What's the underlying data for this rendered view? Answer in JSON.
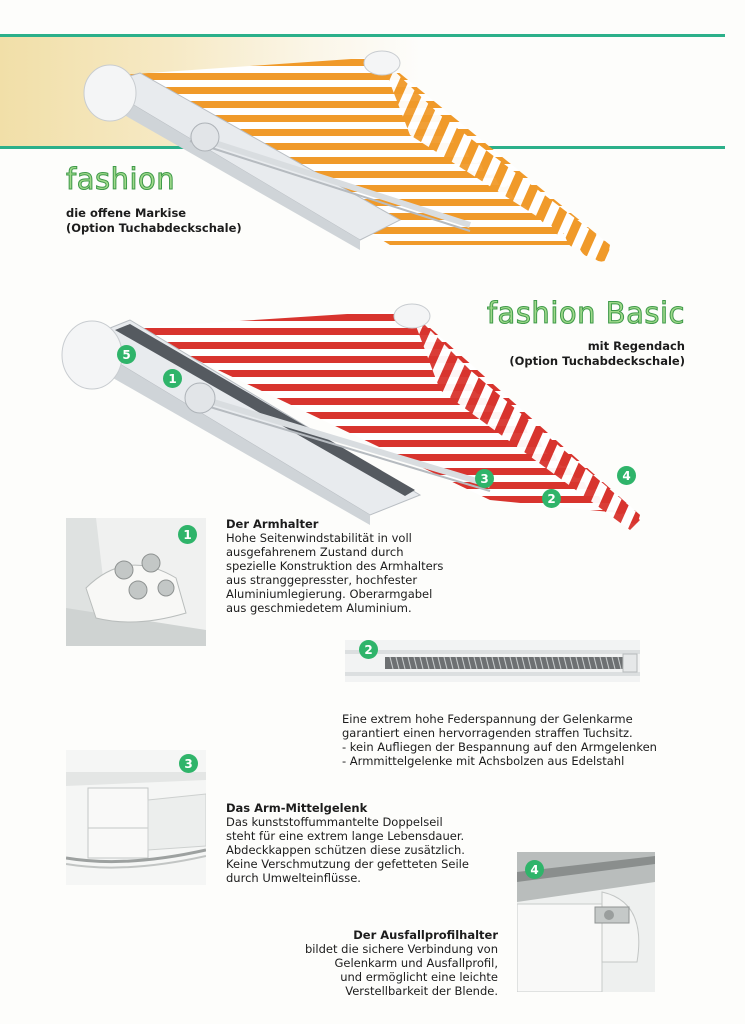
{
  "colors": {
    "accent_green": "#2fb46a",
    "heading_fill": "#9fd98a",
    "heading_outline": "#3f9a4a",
    "band_line": "#2bb08a",
    "awning_orange": "#f09a2a",
    "awning_red": "#d8342e"
  },
  "product_fashion": {
    "title": "fashion",
    "line1": "die offene Markise",
    "line2": "(Option Tuchabdeckschale)"
  },
  "product_basic": {
    "title": "fashion Basic",
    "line1": "mit Regendach",
    "line2": "(Option Tuchabdeckschale)"
  },
  "callouts": [
    "1",
    "2",
    "3",
    "4",
    "5"
  ],
  "armhalter": {
    "title": "Der Armhalter",
    "lines": [
      "Hohe Seitenwindstabilität in voll",
      "ausgefahrenem Zustand durch",
      "spezielle Konstruktion des Armhalters",
      "aus stranggepresster, hochfester",
      "Aluminiumlegierung. Oberarmgabel",
      "aus geschmiedetem Aluminium."
    ]
  },
  "feder": {
    "lines": [
      "Eine extrem hohe Federspannung der Gelenkarme",
      "garantiert einen hervorragenden straffen Tuchsitz.",
      "- kein Aufliegen der Bespannung auf den Armgelenken",
      "- Armmittelgelenke mit Achsbolzen aus Edelstahl"
    ]
  },
  "mittelgelenk": {
    "title": "Das Arm-Mittelgelenk",
    "lines": [
      "Das kunststoffummantelte Doppelseil",
      "steht für eine extrem lange Lebensdauer.",
      "Abdeckkappen schützen diese zusätzlich.",
      "Keine Verschmutzung der gefetteten Seile",
      "durch Umwelteinflüsse."
    ]
  },
  "ausfall": {
    "title": "Der Ausfallprofilhalter",
    "lines": [
      "bildet die sichere Verbindung von",
      "Gelenkarm und Ausfallprofil,",
      "und ermöglicht eine leichte",
      "Verstellbarkeit der Blende."
    ]
  }
}
